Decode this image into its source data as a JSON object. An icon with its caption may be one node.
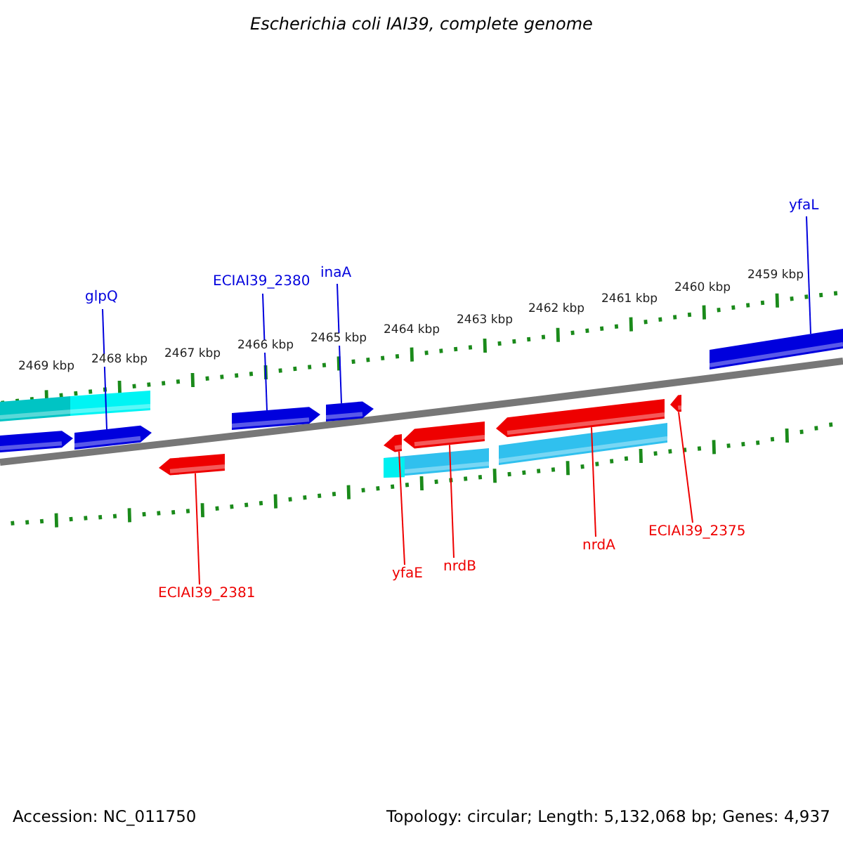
{
  "diagram": {
    "title": "Escherichia coli IAI39, complete genome",
    "nodes": [
      {
        "text": [
          "glpQ"
        ]
      },
      {
        "text": [
          "ECIAI39_2380"
        ]
      },
      {
        "text": [
          "inaA"
        ]
      },
      {
        "text": [
          "yfaL"
        ]
      },
      {
        "text": [
          "ECIAI39_2381"
        ]
      },
      {
        "text": [
          "yfaE"
        ]
      },
      {
        "text": [
          "nrdB"
        ]
      },
      {
        "text": [
          "nrdA"
        ]
      },
      {
        "text": [
          "ECIAI39_2375"
        ]
      },
      {
        "text": [],
        "shape": "bar"
      },
      {
        "text": [],
        "shape": "bar"
      },
      {
        "text": [],
        "shape": "bar"
      },
      {
        "text": [],
        "shape": "bar"
      },
      {
        "text": [],
        "shape": "bar"
      },
      {
        "text": [],
        "shape": "bar"
      },
      {
        "text": [],
        "shape": "bar"
      },
      {
        "text": [],
        "shape": "bar"
      },
      {
        "text": [],
        "shape": "bar"
      },
      {
        "text": [],
        "shape": "bar"
      }
    ],
    "edges": [
      {
        "from": 0,
        "to": 9,
        "arrow": "none",
        "color": "#0000dd"
      },
      {
        "from": 1,
        "to": 11,
        "arrow": "none",
        "color": "#0000dd"
      },
      {
        "from": 2,
        "to": 12,
        "arrow": "none",
        "color": "#0000dd"
      },
      {
        "from": 3,
        "to": 17,
        "arrow": "none",
        "color": "#0000dd"
      },
      {
        "from": 4,
        "to": 10,
        "arrow": "none"
      },
      {
        "from": 5,
        "to": 13,
        "arrow": "none"
      },
      {
        "from": 6,
        "to": 14,
        "arrow": "none"
      },
      {
        "from": 7,
        "to": 15,
        "arrow": "none"
      },
      {
        "from": 8,
        "to": 16,
        "arrow": "none"
      }
    ],
    "labels": [
      "2469 kbp",
      "2468 kbp",
      "2467 kbp",
      "2466 kbp",
      "2465 kbp",
      "2464 kbp",
      "2463 kbp",
      "2462 kbp",
      "2461 kbp",
      "2460 kbp",
      "2459 kbp",
      "Accession: NC_011750",
      "Topology: circular; Length: 5,132,068 bp; Genes: 4,937"
    ]
  }
}
